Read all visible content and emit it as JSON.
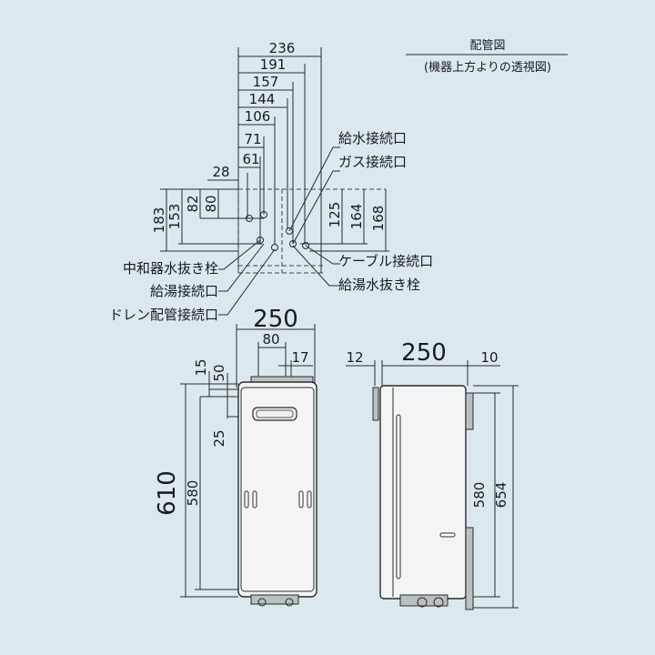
{
  "piping": {
    "title": "配管図",
    "subtitle": "(機器上方よりの透視図)",
    "horizontal_dims": [
      "236",
      "191",
      "157",
      "144",
      "106",
      "71",
      "61",
      "28"
    ],
    "vertical_dims_left": [
      "183",
      "153",
      "82",
      "80"
    ],
    "vertical_dims_right": [
      "125",
      "164",
      "168"
    ],
    "labels": {
      "water_inlet": "給水接続口",
      "gas_inlet": "ガス接続口",
      "cable_inlet": "ケーブル接続口",
      "hot_water_drain": "給湯水抜き栓",
      "neutralizer_drain": "中和器水抜き栓",
      "hot_water_outlet": "給湯接続口",
      "drain_pipe": "ドレン配管接続口"
    }
  },
  "front_view": {
    "width": "250",
    "top_80": "80",
    "top_17": "17",
    "height_total": "610",
    "height_580": "580",
    "dim_15": "15",
    "dim_50": "50",
    "dim_25": "25"
  },
  "side_view": {
    "width": "250",
    "left_12": "12",
    "right_10": "10",
    "height_580": "580",
    "height_654": "654"
  }
}
